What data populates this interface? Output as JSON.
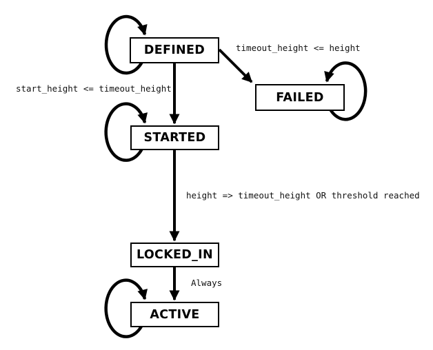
{
  "diagram": {
    "type": "state-machine",
    "colors": {
      "stroke": "#000000",
      "background": "#ffffff"
    },
    "states": [
      {
        "id": "defined",
        "label": "DEFINED",
        "self_loop": true
      },
      {
        "id": "failed",
        "label": "FAILED",
        "self_loop": true
      },
      {
        "id": "started",
        "label": "STARTED",
        "self_loop": true
      },
      {
        "id": "locked_in",
        "label": "LOCKED_IN",
        "self_loop": false
      },
      {
        "id": "active",
        "label": "ACTIVE",
        "self_loop": true
      }
    ],
    "transitions": [
      {
        "from": "DEFINED",
        "to": "FAILED",
        "label": "timeout_height <= height"
      },
      {
        "from": "DEFINED",
        "to": "STARTED",
        "label": "start_height <= timeout_height"
      },
      {
        "from": "STARTED",
        "to": "LOCKED_IN",
        "label": "height => timeout_height OR threshold reached"
      },
      {
        "from": "LOCKED_IN",
        "to": "ACTIVE",
        "label": "Always"
      },
      {
        "from": "DEFINED",
        "to": "DEFINED",
        "label": ""
      },
      {
        "from": "STARTED",
        "to": "STARTED",
        "label": ""
      },
      {
        "from": "FAILED",
        "to": "FAILED",
        "label": ""
      },
      {
        "from": "ACTIVE",
        "to": "ACTIVE",
        "label": ""
      }
    ]
  }
}
